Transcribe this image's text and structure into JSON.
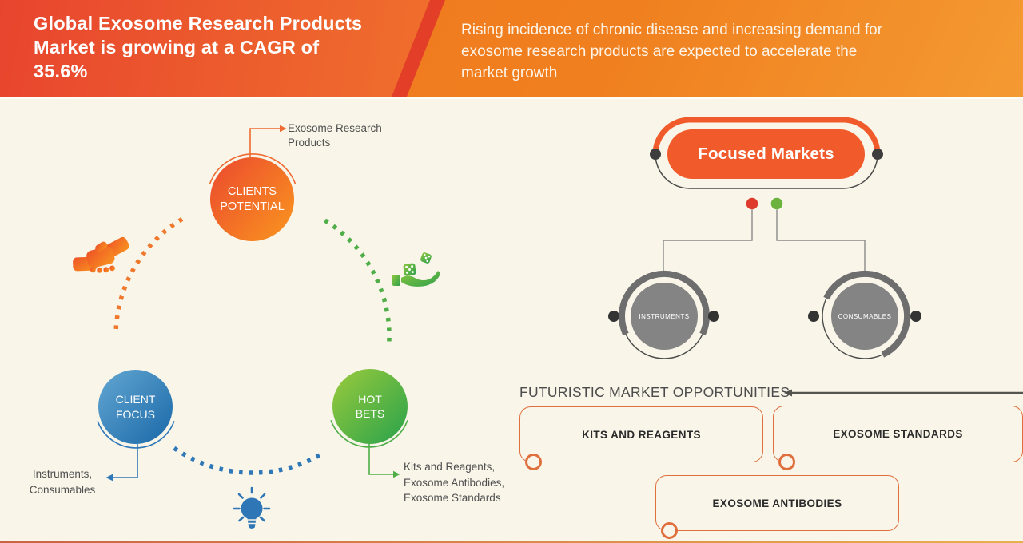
{
  "header": {
    "title": "Global Exosome Research Products\nMarket is growing at a CAGR of\n35.6%",
    "cagr_value": "35.6%",
    "subtitle": "Rising incidence of chronic disease and increasing demand for\nexosome research products are expected to accelerate the\nmarket growth"
  },
  "strategy_wheel": {
    "nodes": [
      {
        "id": "clients-potential",
        "label": "CLIENTS\nPOTENTIAL",
        "callout": "Exosome Research\nProducts",
        "icon": "handshake-icon",
        "color": "#f07124"
      },
      {
        "id": "client-focus",
        "label": "CLIENT\nFOCUS",
        "callout": "Instruments,\nConsumables",
        "icon": "lightbulb-icon",
        "color": "#2e76b5"
      },
      {
        "id": "hot-bets",
        "label": "HOT\nBETS",
        "callout": "Kits and Reagents,\nExosome Antibodies,\nExosome Standards",
        "icon": "dice-in-hand-icon",
        "color": "#4fae47"
      }
    ]
  },
  "focused_markets": {
    "title": "Focused Markets",
    "connector_dots": [
      {
        "color": "#df3a2e"
      },
      {
        "color": "#6cb23e"
      }
    ],
    "segments": [
      {
        "label": "INSTRUMENTS"
      },
      {
        "label": "CONSUMABLES"
      }
    ]
  },
  "opportunities": {
    "heading": "FUTURISTIC MARKET OPPORTUNITIES",
    "items": [
      {
        "label": "KITS AND REAGENTS"
      },
      {
        "label": "EXOSOME STANDARDS"
      },
      {
        "label": "EXOSOME ANTIBODIES"
      }
    ]
  },
  "colors": {
    "header_gradient_left": [
      "#e8452e",
      "#f89b2b"
    ],
    "header_right": "#ef7d24",
    "accent_orange": "#f15b2b",
    "background_cream": "#f9f5e9",
    "blue": "#2e76b5",
    "green": "#4fae47",
    "gray_circle": "#848484"
  }
}
